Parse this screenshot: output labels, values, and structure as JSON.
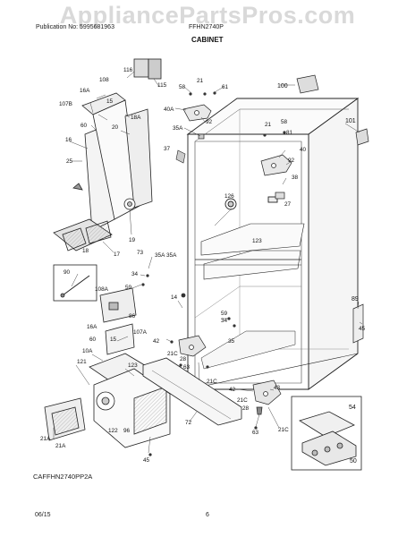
{
  "watermark": "AppliancePartsPros.com",
  "header": {
    "publication_label": "Publication No: 5995681963",
    "model": "FFHN2740P",
    "section_title": "CABINET"
  },
  "figure_code": "CAFFHN2740PP2A",
  "footer": {
    "date": "06/15",
    "page_number": "6"
  },
  "callouts": [
    "116",
    "115",
    "108",
    "16A",
    "107B",
    "15",
    "18A",
    "20",
    "60",
    "16",
    "25",
    "18",
    "19",
    "17",
    "58",
    "21",
    "61",
    "100",
    "40A",
    "92",
    "35A",
    "37",
    "101",
    "21",
    "58",
    "81",
    "40",
    "92",
    "38",
    "126",
    "27",
    "123",
    "73",
    "35A",
    "35A",
    "34",
    "59",
    "90",
    "108A",
    "14",
    "86",
    "89",
    "16A",
    "60",
    "107A",
    "15",
    "45",
    "59",
    "34",
    "35",
    "42",
    "21C",
    "28",
    "63",
    "10A",
    "123",
    "121",
    "21C",
    "42",
    "43",
    "21C",
    "28",
    "72",
    "63",
    "54",
    "21A",
    "122",
    "96",
    "21C",
    "21A",
    "45",
    "50"
  ]
}
